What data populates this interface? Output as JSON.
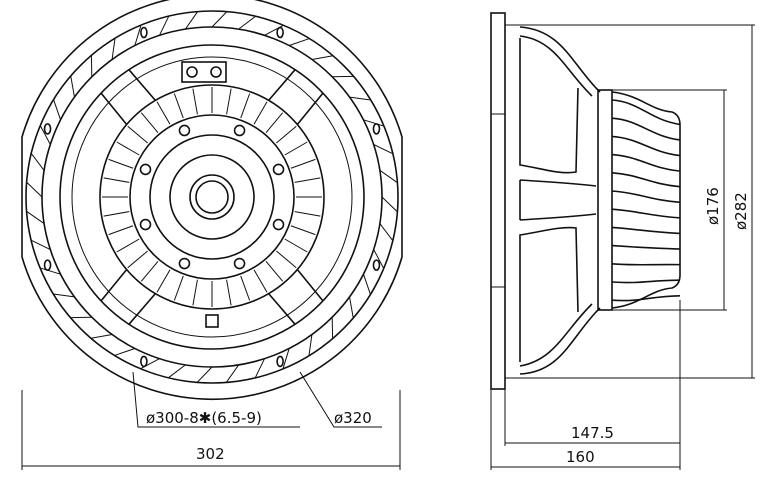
{
  "drawing": {
    "front_view": {
      "mounting_holes_label": "ø300-8✱(6.5-9)",
      "outer_diameter_label": "ø320",
      "width_label": "302"
    },
    "side_view": {
      "magnet_diameter_label": "ø176",
      "basket_diameter_label": "ø282",
      "depth_label": "147.5",
      "total_depth_label": "160"
    },
    "line_color": "#111111"
  }
}
